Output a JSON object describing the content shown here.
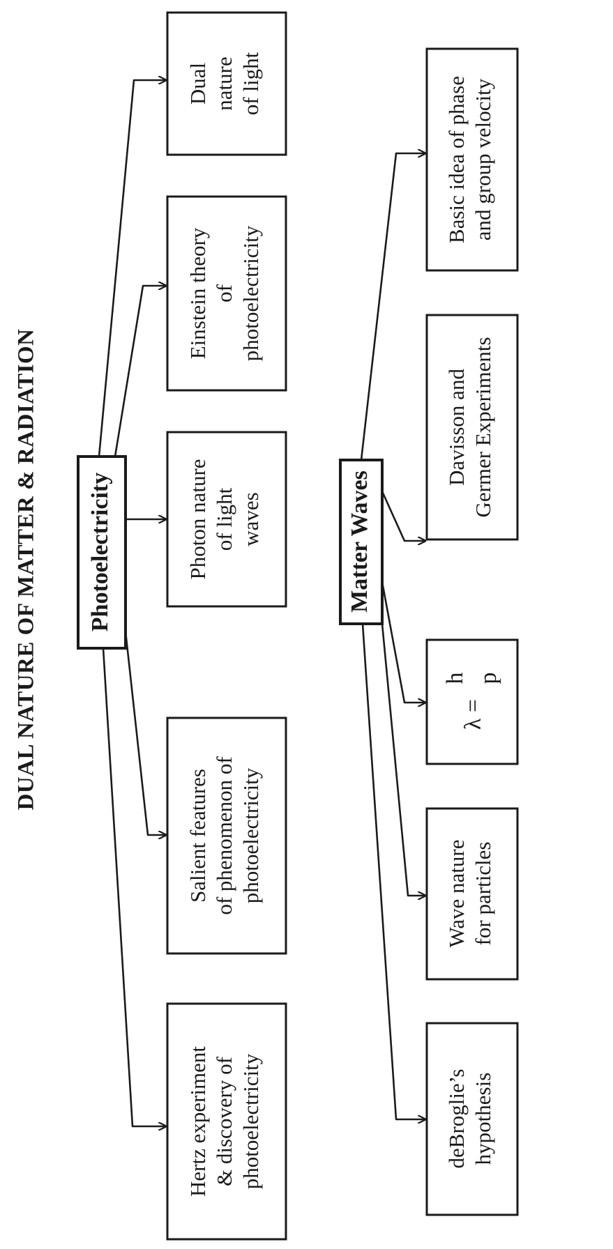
{
  "title": "DUAL NATURE OF MATTER & RADIATION",
  "hubs": {
    "photoelectricity": "Photoelectricity",
    "matter_waves": "Matter Waves"
  },
  "photo_nodes": [
    {
      "lines": [
        "Hertz experiment",
        "& discovery of",
        "photoelectricity"
      ]
    },
    {
      "lines": [
        "Salient features",
        "of phenomenon of",
        "photoelectricity"
      ]
    },
    {
      "lines": [
        "Photon nature",
        "of light",
        "waves"
      ]
    },
    {
      "lines": [
        "Einstein theory",
        "of",
        "photoelectricity"
      ]
    },
    {
      "lines": [
        "Dual",
        "nature",
        "of light"
      ]
    }
  ],
  "matter_nodes": [
    {
      "lines": [
        "deBroglie’s",
        "hypothesis"
      ]
    },
    {
      "lines": [
        "Wave nature",
        "for particles"
      ]
    },
    {
      "formula": {
        "lhs": "λ =",
        "num": "h",
        "den": "p"
      }
    },
    {
      "lines": [
        "Davisson and",
        "Germer Experiments"
      ]
    },
    {
      "lines": [
        "Basic idea of phase",
        "and group velocity"
      ]
    }
  ]
}
